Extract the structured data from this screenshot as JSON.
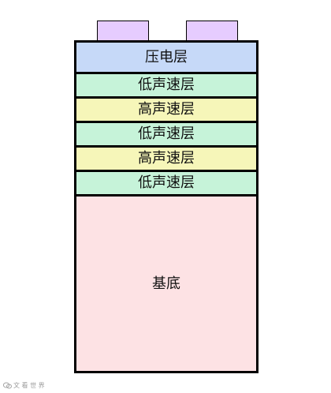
{
  "diagram": {
    "electrodes": [
      {
        "name": "electrode-left",
        "color": "#e6ccff"
      },
      {
        "name": "electrode-right",
        "color": "#e6ccff"
      }
    ],
    "layers": [
      {
        "name": "layer-piezoelectric",
        "label": "压电层",
        "color": "#c6d9f8"
      },
      {
        "name": "layer-low-velocity-1",
        "label": "低声速层",
        "color": "#c6f3d9"
      },
      {
        "name": "layer-high-velocity-1",
        "label": "高声速层",
        "color": "#f6f6b9"
      },
      {
        "name": "layer-low-velocity-2",
        "label": "低声速层",
        "color": "#c6f3d9"
      },
      {
        "name": "layer-high-velocity-2",
        "label": "高声速层",
        "color": "#f6f6b9"
      },
      {
        "name": "layer-low-velocity-3",
        "label": "低声速层",
        "color": "#c6f3d9"
      },
      {
        "name": "layer-substrate",
        "label": "基底",
        "color": "#fde2e4"
      }
    ]
  },
  "watermark": {
    "icon": "wechat-logo-icon",
    "text": "文 看 世 界"
  }
}
